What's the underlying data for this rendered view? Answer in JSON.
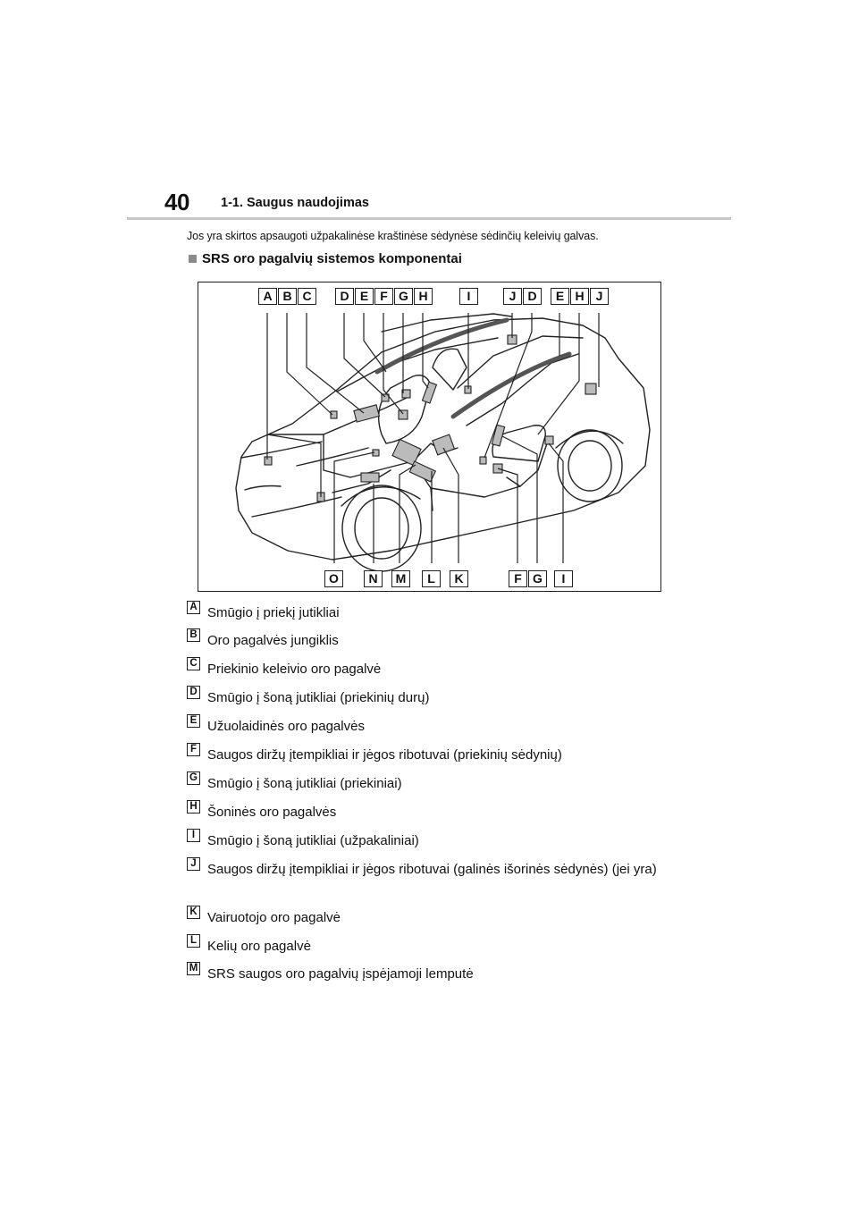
{
  "header": {
    "page_number": "40",
    "section_title": "1-1. Saugus naudojimas"
  },
  "intro_text": "Jos yra skirtos apsaugoti užpakalinėse kraštinėse sėdynėse sėdinčių keleivių galvas.",
  "subheading": "SRS oro pagalvių sistemos komponentai",
  "figure": {
    "top_labels": [
      "A",
      "B",
      "C",
      "D",
      "E",
      "F",
      "G",
      "H",
      "I",
      "J",
      "D",
      "E",
      "H",
      "J"
    ],
    "bottom_labels": [
      "O",
      "N",
      "M",
      "L",
      "K",
      "F",
      "G",
      "I"
    ]
  },
  "legend": [
    {
      "letter": "A",
      "text": "Smūgio į priekį jutikliai"
    },
    {
      "letter": "B",
      "text": "Oro pagalvės jungiklis"
    },
    {
      "letter": "C",
      "text": "Priekinio keleivio oro pagalvė"
    },
    {
      "letter": "D",
      "text": "Smūgio į šoną jutikliai (priekinių durų)"
    },
    {
      "letter": "E",
      "text": "Užuolaidinės oro pagalvės"
    },
    {
      "letter": "F",
      "text": "Saugos diržų įtempikliai ir jėgos ribotuvai (priekinių sėdynių)"
    },
    {
      "letter": "G",
      "text": "Smūgio į šoną jutikliai (priekiniai)"
    },
    {
      "letter": "H",
      "text": "Šoninės oro pagalvės"
    },
    {
      "letter": "I",
      "text": "Smūgio į šoną jutikliai (užpakaliniai)"
    },
    {
      "letter": "J",
      "text": "Saugos diržų įtempikliai ir jėgos ribotuvai (galinės išorinės sėdynės) (jei yra)"
    },
    {
      "letter": "K",
      "text": "Vairuotojo oro pagalvė"
    },
    {
      "letter": "L",
      "text": "Kelių oro pagalvė"
    },
    {
      "letter": "M",
      "text": "SRS saugos oro pagalvių įspėjamoji lemputė"
    }
  ]
}
